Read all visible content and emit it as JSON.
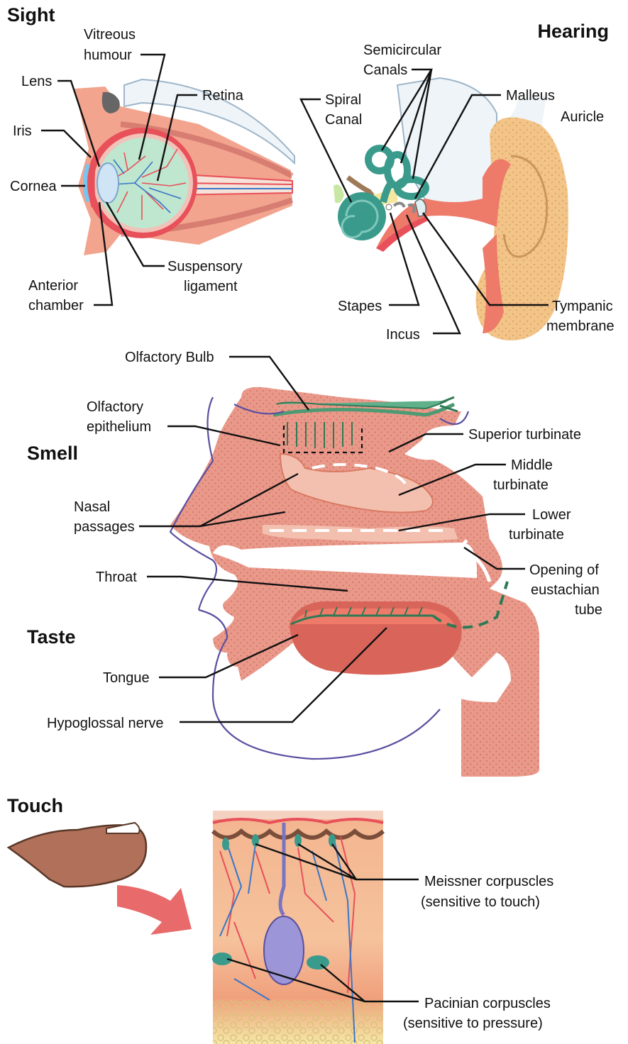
{
  "sections": {
    "sight": "Sight",
    "hearing": "Hearing",
    "smell": "Smell",
    "taste": "Taste",
    "touch": "Touch"
  },
  "labels": {
    "vitreous_1": "Vitreous",
    "vitreous_2": "humour",
    "lens": "Lens",
    "retina": "Retina",
    "iris": "Iris",
    "cornea": "Cornea",
    "suspensory_1": "Suspensory",
    "suspensory_2": "ligament",
    "anterior_1": "Anterior",
    "anterior_2": "chamber",
    "semicircular_1": "Semicircular",
    "semicircular_2": "Canals",
    "spiral_1": "Spiral",
    "spiral_2": "Canal",
    "malleus": "Malleus",
    "auricle": "Auricle",
    "stapes": "Stapes",
    "incus": "Incus",
    "tympanic_1": "Tympanic",
    "tympanic_2": "membrane",
    "olfactory_bulb": "Olfactory Bulb",
    "olfactory_epi_1": "Olfactory",
    "olfactory_epi_2": "epithelium",
    "superior_turbinate": "Superior turbinate",
    "middle_1": "Middle",
    "middle_2": "turbinate",
    "nasal_1": "Nasal",
    "nasal_2": "passages",
    "lower_1": "Lower",
    "lower_2": "turbinate",
    "throat": "Throat",
    "eust_1": "Opening of",
    "eust_2": "eustachian",
    "eust_3": "tube",
    "tongue": "Tongue",
    "hypoglossal": "Hypoglossal nerve",
    "meissner_1": "Meissner corpuscles",
    "meissner_2": "(sensitive to touch)",
    "pacinian_1": "Pacinian corpuscles",
    "pacinian_2": "(sensitive to pressure)"
  },
  "colors": {
    "tissue_pink": "#e9998a",
    "tissue_red": "#e8505a",
    "cochlea_teal": "#3a9b8c",
    "auricle_tan": "#f3c488",
    "vitreous_green": "#bfe6cf",
    "nerve_green": "#2e7a55",
    "outline_purple": "#5a4fa0",
    "arrow_red": "#e86a6a",
    "finger_brown": "#b0705a",
    "fat_yellow": "#f5e9a8"
  }
}
